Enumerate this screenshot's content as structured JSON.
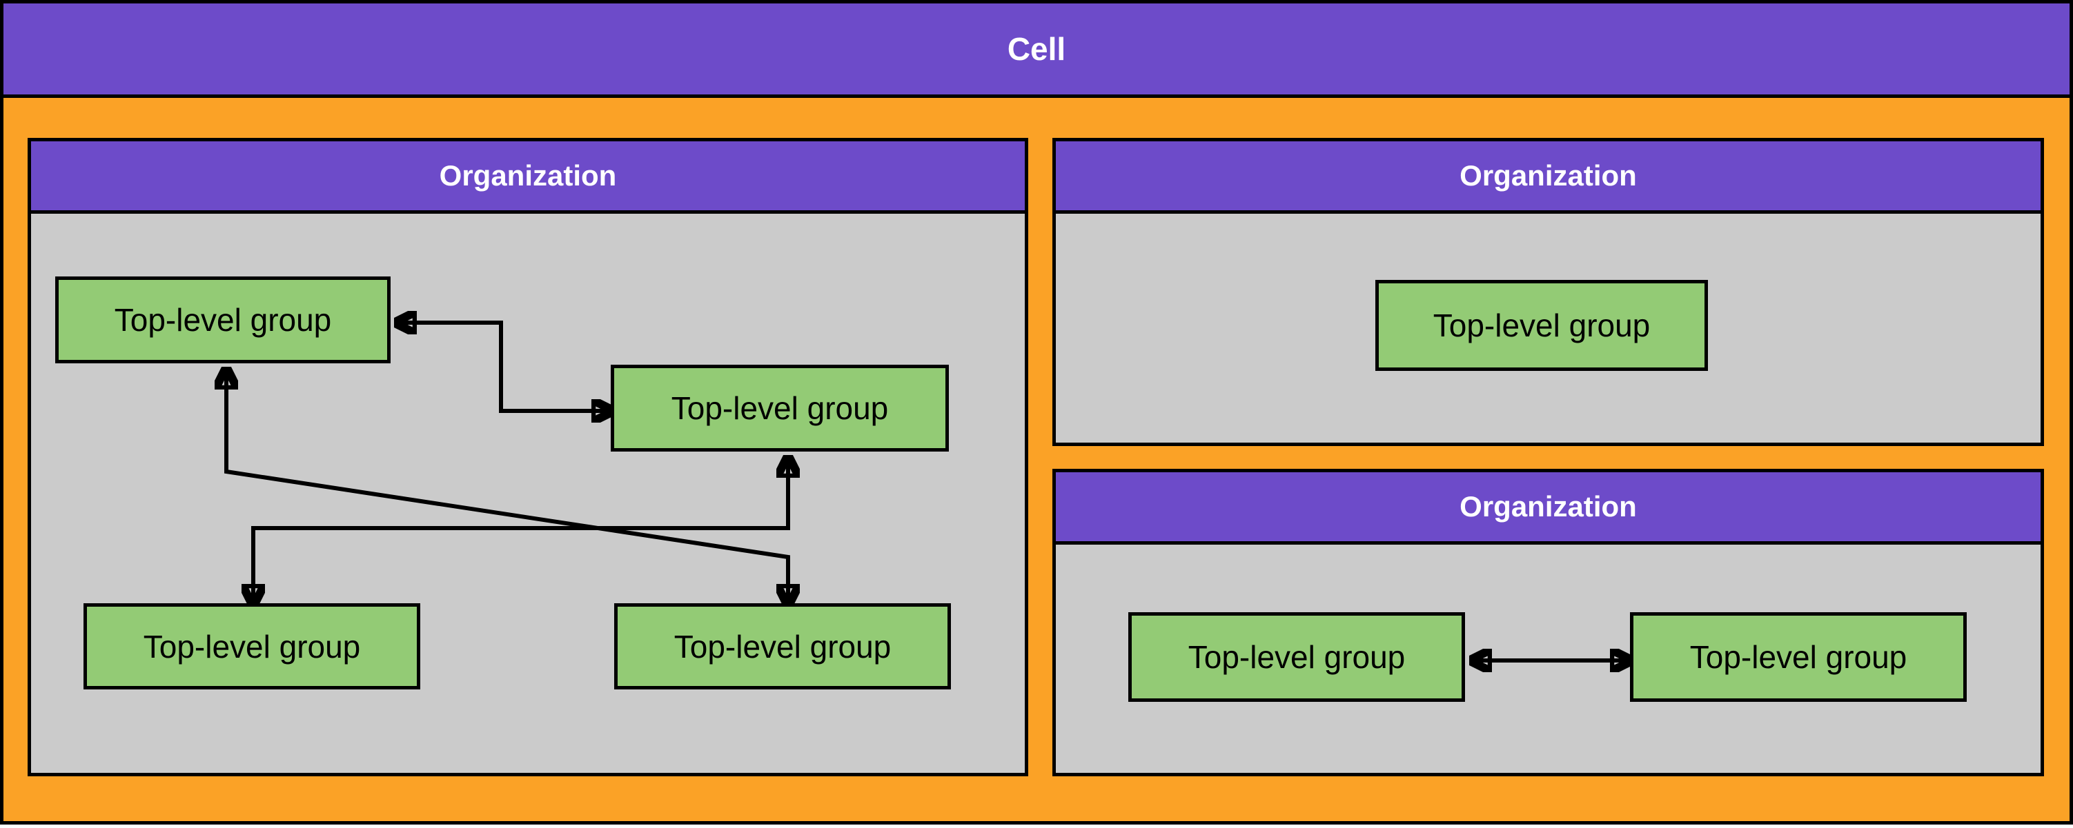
{
  "cell": {
    "label": "Cell"
  },
  "organizations": [
    {
      "label": "Organization",
      "groups": [
        "Top-level group",
        "Top-level group",
        "Top-level group",
        "Top-level group"
      ]
    },
    {
      "label": "Organization",
      "groups": [
        "Top-level group"
      ]
    },
    {
      "label": "Organization",
      "groups": [
        "Top-level group",
        "Top-level group"
      ]
    }
  ],
  "connectors": [
    {
      "from": "org-1 top-left group",
      "to": "org-1 middle-right group",
      "bidirectional": true,
      "shape": "elbow"
    },
    {
      "from": "org-1 middle-right group",
      "to": "org-1 bottom-left group",
      "bidirectional": true,
      "shape": "elbow"
    },
    {
      "from": "org-1 top-left group",
      "to": "org-1 bottom-right group",
      "bidirectional": true,
      "shape": "elbow-diagonal"
    },
    {
      "from": "org-3 left group",
      "to": "org-3 right group",
      "bidirectional": true,
      "shape": "straight"
    }
  ],
  "colors": {
    "purple": "#6D4BC9",
    "orange": "#FBA226",
    "green": "#93CB75",
    "gray": "#CBCBCB",
    "line": "#000000",
    "header-text": "#FFFFFF",
    "group-text": "#000000"
  }
}
